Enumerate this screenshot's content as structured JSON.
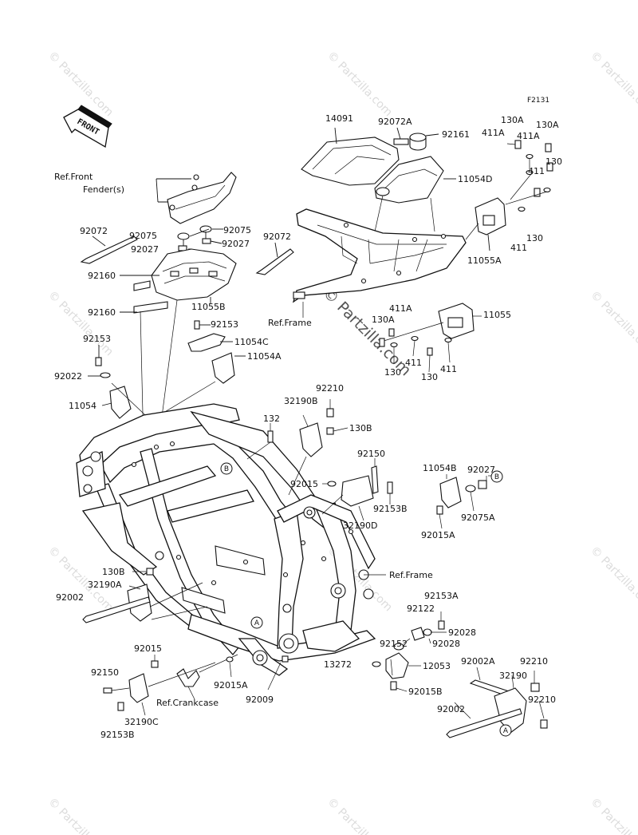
{
  "diagram_code": "F2131",
  "front_label": "FRONT",
  "watermark": "© Partzilla.com",
  "ref_labels": {
    "front_fender": "Ref.Front",
    "front_fender_2": "Fender(s)",
    "frame_top": "Ref.Frame",
    "frame_right": "Ref.Frame",
    "crankcase": "Ref.Crankcase"
  },
  "circle_markers": [
    "A",
    "B"
  ],
  "parts": {
    "p14091": "14091",
    "p92072A": "92072A",
    "p92161": "92161",
    "p11054D": "11054D",
    "p130A_1": "130A",
    "p130A_2": "130A",
    "p411A_1": "411A",
    "p411A_2": "411A",
    "p130_1": "130",
    "p411_1": "411",
    "p130_2": "130",
    "p411_2": "411",
    "p11055A": "11055A",
    "p92075_1": "92075",
    "p92075_2": "92075",
    "p92027_1": "92027",
    "p92027_2": "92027",
    "p92072_1": "92072",
    "p92072_2": "92072",
    "p92160_1": "92160",
    "p92160_2": "92160",
    "p11055B": "11055B",
    "p92153_1": "92153",
    "p11054C": "11054C",
    "p11054A": "11054A",
    "p92153_2": "92153",
    "p92022": "92022",
    "p11054": "11054",
    "p411A_3": "411A",
    "p130A_3": "130A",
    "p11055": "11055",
    "p411_3": "411",
    "p130_3": "130",
    "p130_4": "130",
    "p411_4": "411",
    "p92210_1": "92210",
    "p32190B": "32190B",
    "p130B_1": "130B",
    "p132": "132",
    "p92150_1": "92150",
    "p92015_1": "92015",
    "p92153B_1": "92153B",
    "p32190D": "32190D",
    "p11054B": "11054B",
    "p92027_3": "92027",
    "p92075A": "92075A",
    "p92015A_1": "92015A",
    "p130B_2": "130B",
    "p32190A": "32190A",
    "p92002_1": "92002",
    "p92153A": "92153A",
    "p92122": "92122",
    "p92028_1": "92028",
    "p92028_2": "92028",
    "p92152": "92152",
    "p13272": "13272",
    "p12053": "12053",
    "p92015B": "92015B",
    "p92002A": "92002A",
    "p92210_2": "92210",
    "p32190": "32190",
    "p92210_3": "92210",
    "p92002_2": "92002",
    "p92015_2": "92015",
    "p92150_2": "92150",
    "p32190C": "32190C",
    "p92153B_2": "92153B",
    "p92015A_2": "92015A",
    "p92009": "92009"
  }
}
